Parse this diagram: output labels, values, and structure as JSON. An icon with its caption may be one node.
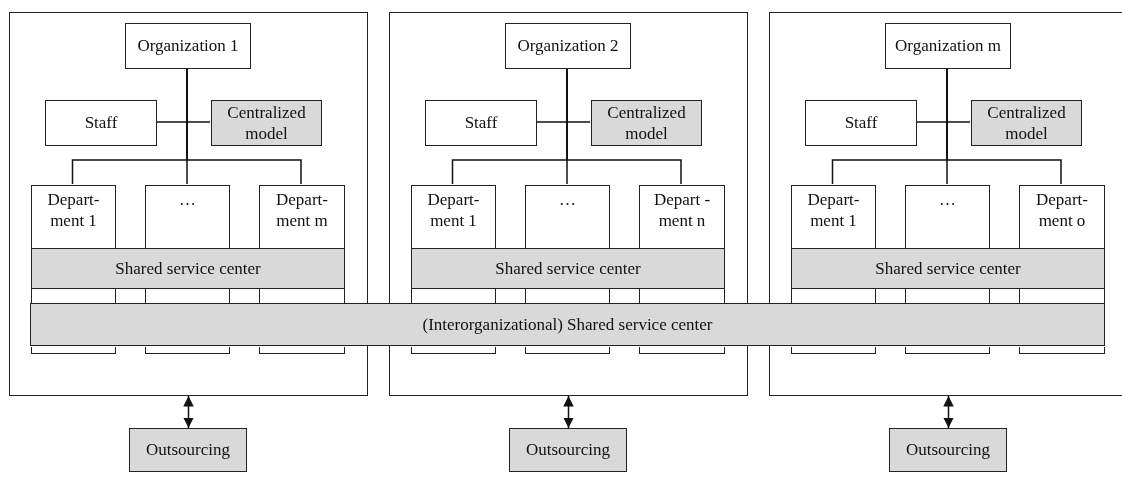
{
  "diagram": {
    "nodes": [
      {
        "text": [],
        "shape": "box"
      },
      {
        "text": [
          "Organization 1"
        ],
        "in": 0
      },
      {
        "text": [
          "Staff"
        ],
        "in": 0
      },
      {
        "text": [
          "Centralized model"
        ],
        "in": 0
      },
      {
        "text": [
          "Depart- ment 1"
        ],
        "in": 0
      },
      {
        "text": [
          "…"
        ],
        "in": 0
      },
      {
        "text": [
          "Depart- ment m"
        ],
        "in": 0
      },
      {
        "text": [
          "Shared service center"
        ],
        "in": 0
      },
      {
        "text": [],
        "shape": "box"
      },
      {
        "text": [
          "Organization 2"
        ],
        "in": 8
      },
      {
        "text": [
          "Staff"
        ],
        "in": 8
      },
      {
        "text": [
          "Centralized model"
        ],
        "in": 8
      },
      {
        "text": [
          "Depart- ment 1"
        ],
        "in": 8
      },
      {
        "text": [
          "…"
        ],
        "in": 8
      },
      {
        "text": [
          "Depart - ment n"
        ],
        "in": 8
      },
      {
        "text": [
          "Shared service center"
        ],
        "in": 8
      },
      {
        "text": [],
        "shape": "box"
      },
      {
        "text": [
          "Organization m"
        ],
        "in": 16
      },
      {
        "text": [
          "Staff"
        ],
        "in": 16
      },
      {
        "text": [
          "Centralized model"
        ],
        "in": 16
      },
      {
        "text": [
          "Depart- ment 1"
        ],
        "in": 16
      },
      {
        "text": [
          "…"
        ],
        "in": 16
      },
      {
        "text": [
          "Depart- ment o"
        ],
        "in": 16
      },
      {
        "text": [
          "Shared service center"
        ],
        "in": 16
      },
      {
        "text": [
          "(Interorganizational) Shared service center"
        ]
      },
      {
        "text": [
          "Outsourcing"
        ]
      },
      {
        "text": [
          "Outsourcing"
        ]
      },
      {
        "text": [
          "Outsourcing"
        ]
      }
    ],
    "edges": [
      {
        "from": 1,
        "to": 2,
        "arrow": "none"
      },
      {
        "from": 1,
        "to": 3,
        "arrow": "none"
      },
      {
        "from": 1,
        "to": 4,
        "arrow": "none"
      },
      {
        "from": 1,
        "to": 5,
        "arrow": "none"
      },
      {
        "from": 1,
        "to": 6,
        "arrow": "none"
      },
      {
        "from": 9,
        "to": 10,
        "arrow": "none"
      },
      {
        "from": 9,
        "to": 11,
        "arrow": "none"
      },
      {
        "from": 9,
        "to": 12,
        "arrow": "none"
      },
      {
        "from": 9,
        "to": 13,
        "arrow": "none"
      },
      {
        "from": 9,
        "to": 14,
        "arrow": "none"
      },
      {
        "from": 17,
        "to": 18,
        "arrow": "none"
      },
      {
        "from": 17,
        "to": 19,
        "arrow": "none"
      },
      {
        "from": 17,
        "to": 20,
        "arrow": "none"
      },
      {
        "from": 17,
        "to": 21,
        "arrow": "none"
      },
      {
        "from": 17,
        "to": 22,
        "arrow": "none"
      },
      {
        "from": 0,
        "to": 25,
        "arrow": "both"
      },
      {
        "from": 8,
        "to": 26,
        "arrow": "both"
      },
      {
        "from": 16,
        "to": 27,
        "arrow": "both"
      }
    ]
  }
}
